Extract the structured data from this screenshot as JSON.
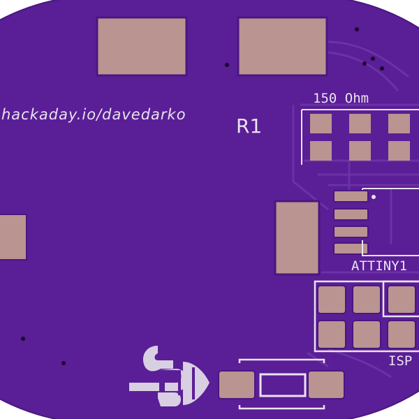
{
  "silkscreen": {
    "url": "hackaday.io/davedarko",
    "resistor_ref": "R1",
    "resistor_value": "150 Ohm",
    "mcu_label": "ATTINY1",
    "isp_label": "ISP"
  },
  "colors": {
    "background": "#ffffff",
    "board": "#5a1e96",
    "board_edge": "#4a1680",
    "trace": "#6b32a8",
    "pad": "#b99491",
    "silk": "#e9e3ef"
  },
  "icons": {
    "logo": "hackaday-jolly-wrencher-icon"
  }
}
